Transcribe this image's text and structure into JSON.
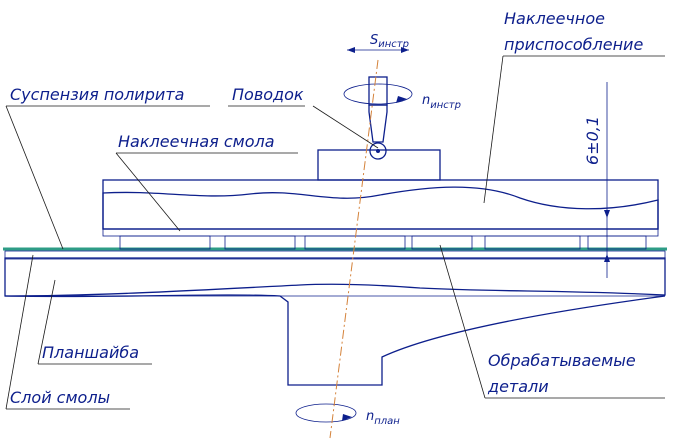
{
  "labels": {
    "fixture": [
      "Наклеечное",
      "приспособление"
    ],
    "polish_suspension": "Суспензия полирита",
    "driver": "Поводок",
    "gluing_resin": "Наклеечная смола",
    "lap_plate": "Планшайба",
    "resin_layer": "Слой смолы",
    "workpieces": [
      "Обрабатываемые",
      "детали"
    ]
  },
  "symbols": {
    "s_tool_main": "S",
    "s_tool_sub": "инстр",
    "n_tool_main": "n",
    "n_tool_sub": "инстр",
    "n_plate_main": "n",
    "n_plate_sub": "план"
  },
  "dimension": "6±0,1",
  "colors": {
    "outline": "#0d1f8c",
    "axis": "#d4823a",
    "suspension": "#2e9c86"
  }
}
